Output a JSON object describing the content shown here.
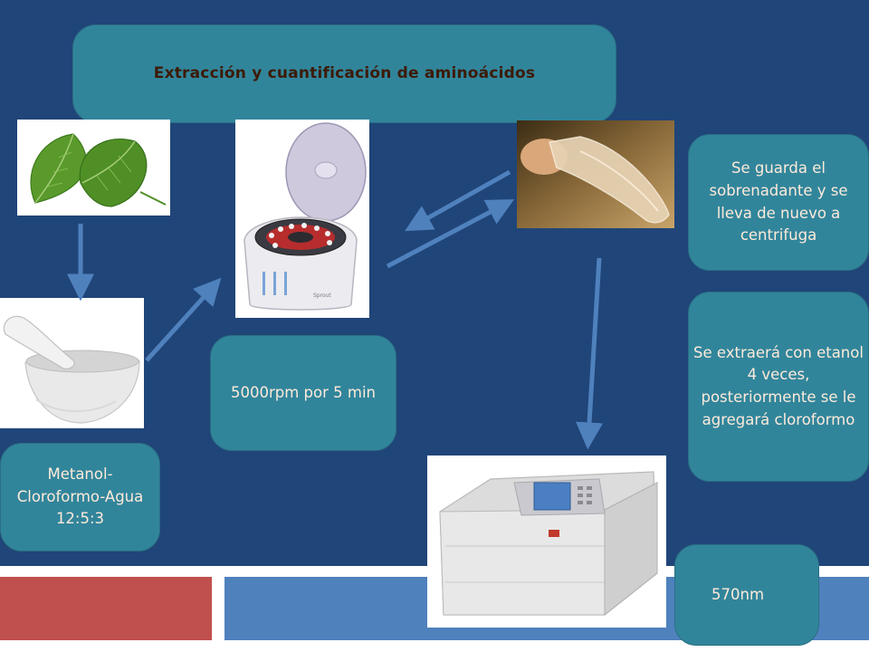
{
  "title": "Extracción  y cuantificación de aminoácidos",
  "boxes": {
    "solvent": "Metanol-Cloroformo-Agua 12:5:3",
    "centrifuge_speed": "5000rpm por 5 min",
    "supernatant": "Se guarda el sobrenadante y se lleva de nuevo a centrifuga",
    "ethanol": "Se extraerá con etanol 4 veces, posteriormente se le agregará cloroformo",
    "wavelength": "570nm"
  },
  "colors": {
    "background": "#204579",
    "box_fill": "#31859b",
    "box_text": "#fdeada",
    "title_text": "#3d1a05",
    "arrow": "#4f81bd",
    "bar_red": "#c0504d",
    "bar_blue": "#4f81bd"
  },
  "images": [
    "leaves-photo",
    "mortar-pestle-photo",
    "centrifuge-photo",
    "tube-photo",
    "spectrophotometer-photo"
  ]
}
